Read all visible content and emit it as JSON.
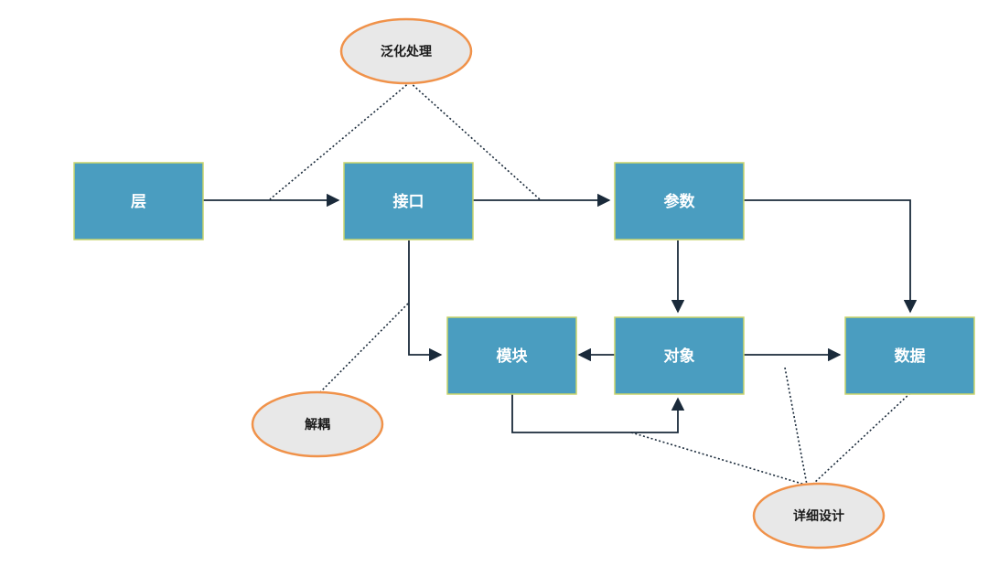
{
  "colors": {
    "box_fill": "#4a9dc0",
    "box_border": "#c8d46a",
    "oval_fill": "#e8e8e8",
    "oval_border": "#f0924a",
    "line": "#1a2a3a"
  },
  "nodes": {
    "ceng": "层",
    "jiekou": "接口",
    "canshu": "参数",
    "mokuai": "模块",
    "duixiang": "对象",
    "shuju": "数据"
  },
  "annotations": {
    "fanhua": "泛化处理",
    "jieou": "解耦",
    "xiangxi": "详细设计"
  }
}
